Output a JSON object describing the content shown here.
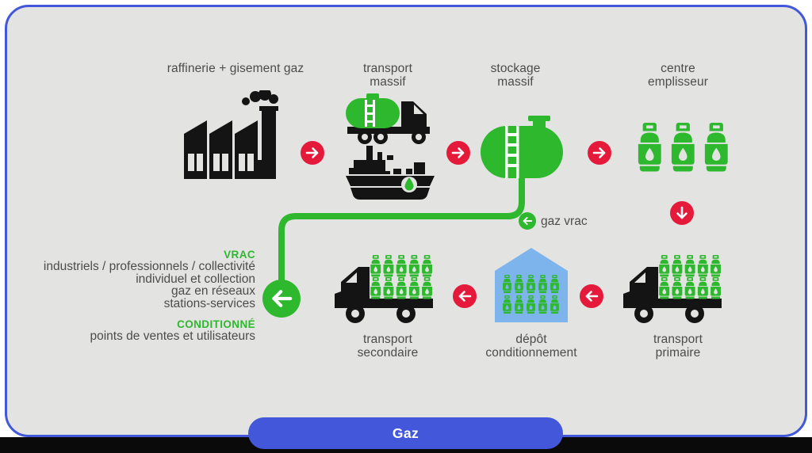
{
  "colors": {
    "green": "#2eb82e",
    "red": "#e51a3b",
    "blue": "#4257d9",
    "house": "#7db4ec",
    "card": "#e3e3e2",
    "ink": "#141414",
    "txt": "#4c4c4c",
    "strip": "#0a0a0a"
  },
  "nodes": {
    "raffinerie": {
      "label": "raffinerie + gisement gaz"
    },
    "transport_massif": {
      "label": "transport\nmassif"
    },
    "stockage_massif": {
      "label": "stockage\nmassif"
    },
    "centre_emplisseur": {
      "label": "centre\nemplisseur"
    },
    "transport_primaire": {
      "label": "transport\nprimaire"
    },
    "depot_conditionnement": {
      "label": "dépôt\nconditionnement"
    },
    "transport_secondaire": {
      "label": "transport\nsecondaire"
    }
  },
  "flow_labels": {
    "gaz_vrac": "gaz vrac"
  },
  "left_panel": {
    "vrac_title": "VRAC",
    "vrac_lines": [
      "industriels / professionnels / collectivité",
      "individuel et collection",
      "gaz en réseaux",
      "stations-services"
    ],
    "conditionne_title": "CONDITIONNÉ",
    "conditionne_lines": [
      "points de ventes et utilisateurs"
    ]
  },
  "footer_tab": {
    "label": "Gaz"
  }
}
